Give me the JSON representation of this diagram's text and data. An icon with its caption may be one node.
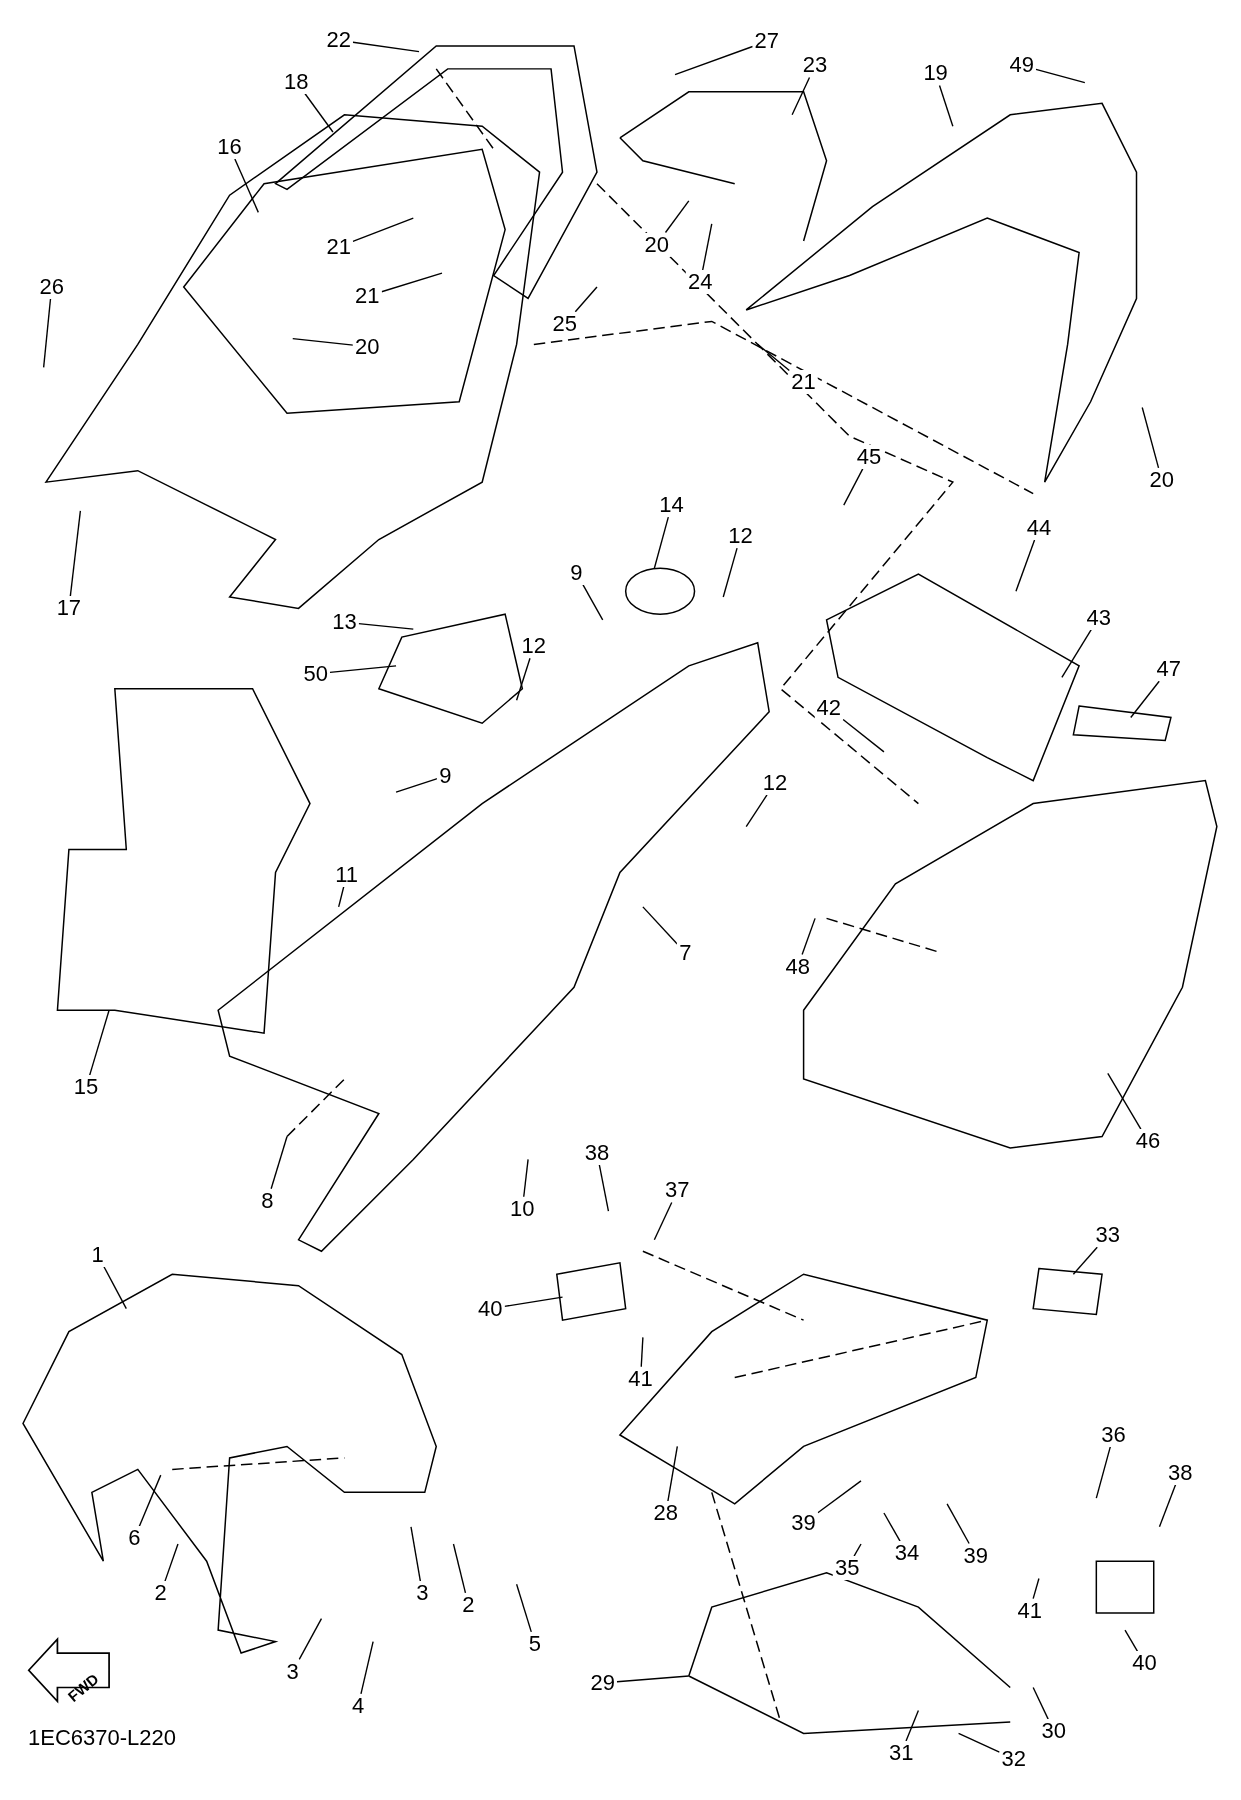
{
  "diagram": {
    "nodes": [
      {
        "text": [
          "22"
        ]
      },
      {
        "text": [
          "27"
        ]
      },
      {
        "text": [
          "23"
        ]
      },
      {
        "text": [
          "18"
        ]
      },
      {
        "text": [
          "19"
        ]
      },
      {
        "text": [
          "49"
        ]
      },
      {
        "text": [
          "16"
        ]
      },
      {
        "text": [
          "21"
        ]
      },
      {
        "text": [
          "21"
        ]
      },
      {
        "text": [
          "20"
        ]
      },
      {
        "text": [
          "24"
        ]
      },
      {
        "text": [
          "26"
        ]
      },
      {
        "text": [
          "20"
        ]
      },
      {
        "text": [
          "25"
        ]
      },
      {
        "text": [
          "21"
        ]
      },
      {
        "text": [
          "20"
        ]
      },
      {
        "text": [
          "45"
        ]
      },
      {
        "text": [
          "17"
        ]
      },
      {
        "text": [
          "14"
        ]
      },
      {
        "text": [
          "12"
        ]
      },
      {
        "text": [
          "44"
        ]
      },
      {
        "text": [
          "9"
        ]
      },
      {
        "text": [
          "13"
        ]
      },
      {
        "text": [
          "43"
        ]
      },
      {
        "text": [
          "12"
        ]
      },
      {
        "text": [
          "50"
        ]
      },
      {
        "text": [
          "47"
        ]
      },
      {
        "text": [
          "42"
        ]
      },
      {
        "text": [
          "9"
        ]
      },
      {
        "text": [
          "12"
        ]
      },
      {
        "text": [
          "11"
        ]
      },
      {
        "text": [
          "7"
        ]
      },
      {
        "text": [
          "48"
        ]
      },
      {
        "text": [
          "15"
        ]
      },
      {
        "text": [
          "46"
        ]
      },
      {
        "text": [
          "8"
        ]
      },
      {
        "text": [
          "10"
        ]
      },
      {
        "text": [
          "38"
        ]
      },
      {
        "text": [
          "37"
        ]
      },
      {
        "text": [
          "33"
        ]
      },
      {
        "text": [
          "1"
        ]
      },
      {
        "text": [
          "40"
        ]
      },
      {
        "text": [
          "41"
        ]
      },
      {
        "text": [
          "6"
        ]
      },
      {
        "text": [
          "36"
        ]
      },
      {
        "text": [
          "38"
        ]
      },
      {
        "text": [
          "28"
        ]
      },
      {
        "text": [
          "39"
        ]
      },
      {
        "text": [
          "35"
        ]
      },
      {
        "text": [
          "34"
        ]
      },
      {
        "text": [
          "39"
        ]
      },
      {
        "text": [
          "2"
        ]
      },
      {
        "text": [
          "3"
        ]
      },
      {
        "text": [
          "2"
        ]
      },
      {
        "text": [
          "41"
        ]
      },
      {
        "text": [
          "5"
        ]
      },
      {
        "text": [
          "40"
        ]
      },
      {
        "text": [
          "3"
        ]
      },
      {
        "text": [
          "29"
        ]
      },
      {
        "text": [
          "4"
        ]
      },
      {
        "text": [
          "30"
        ]
      },
      {
        "text": [
          "31"
        ]
      },
      {
        "text": [
          "32"
        ]
      }
    ],
    "edges": [
      {
        "from": 0,
        "to": null,
        "arrow": "none"
      },
      {
        "from": 1,
        "to": null,
        "arrow": "none"
      },
      {
        "from": 2,
        "to": null,
        "arrow": "none"
      },
      {
        "from": 3,
        "to": null,
        "arrow": "none"
      },
      {
        "from": 4,
        "to": null,
        "arrow": "none"
      },
      {
        "from": 5,
        "to": null,
        "arrow": "none"
      },
      {
        "from": 6,
        "to": null,
        "arrow": "none"
      },
      {
        "from": 7,
        "to": null,
        "arrow": "none"
      },
      {
        "from": 8,
        "to": null,
        "arrow": "none"
      },
      {
        "from": 9,
        "to": null,
        "arrow": "none"
      },
      {
        "from": 10,
        "to": null,
        "arrow": "none"
      },
      {
        "from": 11,
        "to": null,
        "arrow": "none"
      },
      {
        "from": 12,
        "to": null,
        "arrow": "none"
      },
      {
        "from": 13,
        "to": null,
        "arrow": "none"
      },
      {
        "from": 14,
        "to": null,
        "arrow": "none"
      },
      {
        "from": 15,
        "to": null,
        "arrow": "none"
      },
      {
        "from": 16,
        "to": null,
        "arrow": "none"
      },
      {
        "from": 17,
        "to": null,
        "arrow": "none"
      },
      {
        "from": 18,
        "to": null,
        "arrow": "none"
      },
      {
        "from": 19,
        "to": null,
        "arrow": "none"
      },
      {
        "from": 20,
        "to": null,
        "arrow": "none"
      },
      {
        "from": 21,
        "to": null,
        "arrow": "none"
      },
      {
        "from": 22,
        "to": null,
        "arrow": "none"
      },
      {
        "from": 23,
        "to": null,
        "arrow": "none"
      },
      {
        "from": 24,
        "to": null,
        "arrow": "none"
      },
      {
        "from": 25,
        "to": null,
        "arrow": "none"
      },
      {
        "from": 26,
        "to": null,
        "arrow": "none"
      },
      {
        "from": 27,
        "to": null,
        "arrow": "none"
      },
      {
        "from": 28,
        "to": null,
        "arrow": "none"
      },
      {
        "from": 29,
        "to": null,
        "arrow": "none"
      },
      {
        "from": 30,
        "to": null,
        "arrow": "none"
      },
      {
        "from": 31,
        "to": null,
        "arrow": "none"
      },
      {
        "from": 32,
        "to": null,
        "arrow": "none"
      },
      {
        "from": 33,
        "to": null,
        "arrow": "none"
      },
      {
        "from": 34,
        "to": null,
        "arrow": "none"
      },
      {
        "from": 35,
        "to": null,
        "arrow": "none"
      },
      {
        "from": 36,
        "to": null,
        "arrow": "none"
      },
      {
        "from": 37,
        "to": null,
        "arrow": "none"
      },
      {
        "from": 38,
        "to": null,
        "arrow": "none"
      },
      {
        "from": 39,
        "to": null,
        "arrow": "none"
      },
      {
        "from": 40,
        "to": null,
        "arrow": "none"
      },
      {
        "from": 41,
        "to": null,
        "arrow": "none"
      },
      {
        "from": 42,
        "to": null,
        "arrow": "none"
      },
      {
        "from": 43,
        "to": null,
        "arrow": "none"
      },
      {
        "from": 44,
        "to": null,
        "arrow": "none"
      },
      {
        "from": 45,
        "to": null,
        "arrow": "none"
      },
      {
        "from": 46,
        "to": null,
        "arrow": "none"
      },
      {
        "from": 47,
        "to": null,
        "arrow": "none"
      },
      {
        "from": 48,
        "to": null,
        "arrow": "none"
      },
      {
        "from": 49,
        "to": null,
        "arrow": "none"
      },
      {
        "from": 50,
        "to": null,
        "arrow": "none"
      },
      {
        "from": 51,
        "to": null,
        "arrow": "none"
      },
      {
        "from": 52,
        "to": null,
        "arrow": "none"
      },
      {
        "from": 53,
        "to": null,
        "arrow": "none"
      },
      {
        "from": 54,
        "to": null,
        "arrow": "none"
      },
      {
        "from": 55,
        "to": null,
        "arrow": "none"
      },
      {
        "from": 56,
        "to": null,
        "arrow": "none"
      },
      {
        "from": 57,
        "to": null,
        "arrow": "none"
      },
      {
        "from": 58,
        "to": null,
        "arrow": "none"
      },
      {
        "from": 59,
        "to": null,
        "arrow": "none"
      },
      {
        "from": 60,
        "to": null,
        "arrow": "none"
      },
      {
        "from": 61,
        "to": null,
        "arrow": "none"
      },
      {
        "from": 62,
        "to": null,
        "arrow": "none"
      }
    ],
    "labels": [
      "FWD",
      "1EC6370-L220"
    ]
  }
}
